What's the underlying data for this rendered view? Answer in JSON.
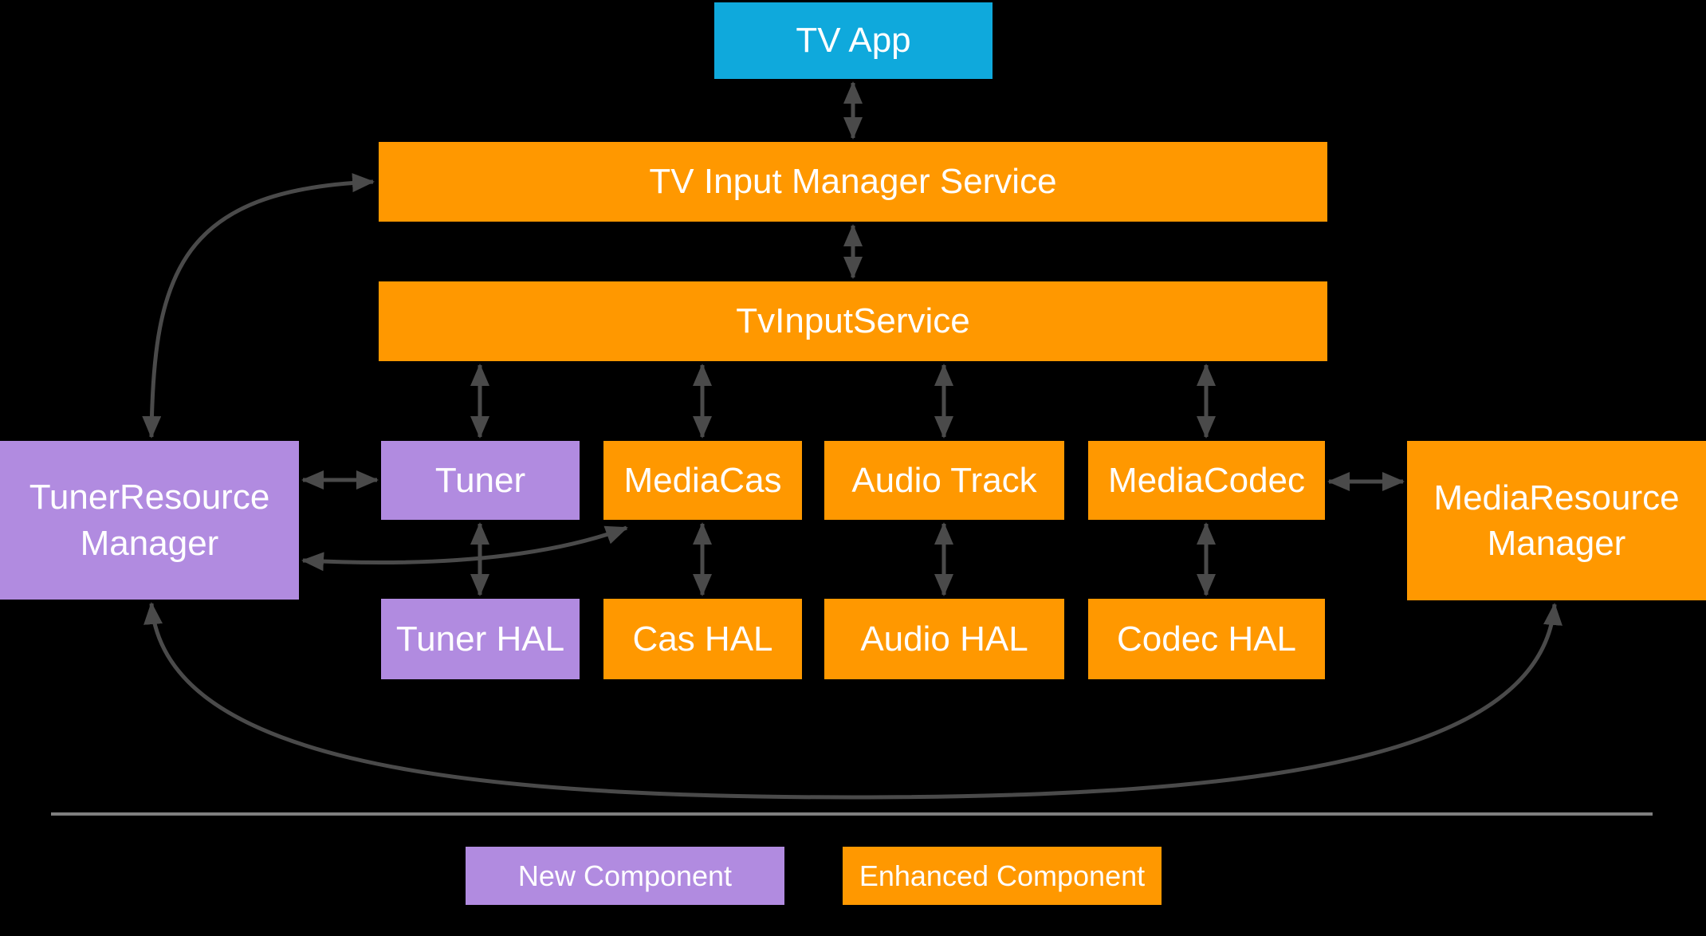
{
  "diagram": {
    "nodes": {
      "tv_app": {
        "label": "TV App",
        "style": "app"
      },
      "tims": {
        "label": "TV Input Manager Service",
        "style": "enhanced"
      },
      "tvis": {
        "label": "TvInputService",
        "style": "enhanced"
      },
      "tuner": {
        "label": "Tuner",
        "style": "new"
      },
      "mediacas": {
        "label": "MediaCas",
        "style": "enhanced"
      },
      "audio_track": {
        "label": "Audio Track",
        "style": "enhanced"
      },
      "mediacodec": {
        "label": "MediaCodec",
        "style": "enhanced"
      },
      "trm": {
        "label": "TunerResource Manager",
        "style": "new"
      },
      "mrm": {
        "label": "MediaResource Manager",
        "style": "enhanced"
      },
      "tuner_hal": {
        "label": "Tuner HAL",
        "style": "new"
      },
      "cas_hal": {
        "label": "Cas HAL",
        "style": "enhanced"
      },
      "audio_hal": {
        "label": "Audio HAL",
        "style": "enhanced"
      },
      "codec_hal": {
        "label": "Codec HAL",
        "style": "enhanced"
      }
    },
    "connections": [
      "tv_app <-> tims",
      "tims <-> tvis",
      "tvis <-> tuner",
      "tvis <-> mediacas",
      "tvis <-> audio_track",
      "tvis <-> mediacodec",
      "tuner <-> tuner_hal",
      "mediacas <-> cas_hal",
      "audio_track <-> audio_hal",
      "mediacodec <-> codec_hal",
      "trm <-> tuner",
      "mediacodec <-> mrm",
      "trm <-> tims (curved)",
      "trm <-> mediacas (curved)",
      "trm <-> mrm (curved bottom)"
    ],
    "legend": {
      "new_component": "New Component",
      "enhanced_component": "Enhanced Component"
    },
    "colors": {
      "app": "#0FA9DC",
      "new_component": "#B18BE0",
      "enhanced_component": "#FF9800",
      "arrow": "#4A4A4A",
      "divider": "#7F7F7F",
      "background": "#000000",
      "text": "#FFFFFF"
    }
  }
}
